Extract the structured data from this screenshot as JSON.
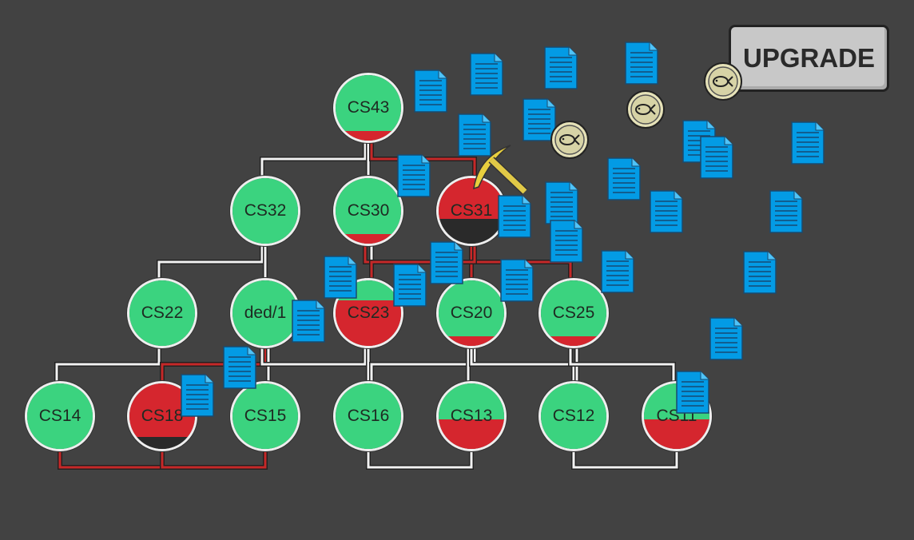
{
  "upgrade_button": {
    "label": "UPGRADE"
  },
  "colors": {
    "healthy": "#3bd37f",
    "damaged": "#d5262e",
    "destroyed": "#2a2a2a",
    "doc": "#039be5",
    "link_ok": "#f2f2f2",
    "link_bad": "#c62828"
  },
  "nodes": [
    {
      "id": "CS43",
      "label": "CS43",
      "healthy": 0.85,
      "damaged": 0.15,
      "destroyed": 0
    },
    {
      "id": "CS32",
      "label": "CS32",
      "healthy": 1,
      "damaged": 0,
      "destroyed": 0
    },
    {
      "id": "CS30",
      "label": "CS30",
      "healthy": 0.85,
      "damaged": 0.15,
      "destroyed": 0
    },
    {
      "id": "CS31",
      "label": "CS31",
      "healthy": 0,
      "damaged": 0.62,
      "destroyed": 0.38
    },
    {
      "id": "CS22",
      "label": "CS22",
      "healthy": 1,
      "damaged": 0,
      "destroyed": 0
    },
    {
      "id": "ded1",
      "label": "ded/1",
      "healthy": 1,
      "damaged": 0,
      "destroyed": 0
    },
    {
      "id": "CS23",
      "label": "CS23",
      "healthy": 0.3,
      "damaged": 0.7,
      "destroyed": 0
    },
    {
      "id": "CS20",
      "label": "CS20",
      "healthy": 0.85,
      "damaged": 0.15,
      "destroyed": 0
    },
    {
      "id": "CS25",
      "label": "CS25",
      "healthy": 0.85,
      "damaged": 0.15,
      "destroyed": 0
    },
    {
      "id": "CS14",
      "label": "CS14",
      "healthy": 1,
      "damaged": 0,
      "destroyed": 0
    },
    {
      "id": "CS18",
      "label": "CS18",
      "healthy": 0,
      "damaged": 0.82,
      "destroyed": 0.18
    },
    {
      "id": "CS15",
      "label": "CS15",
      "healthy": 1,
      "damaged": 0,
      "destroyed": 0
    },
    {
      "id": "CS16",
      "label": "CS16",
      "healthy": 1,
      "damaged": 0,
      "destroyed": 0
    },
    {
      "id": "CS13",
      "label": "CS13",
      "healthy": 0.55,
      "damaged": 0.45,
      "destroyed": 0
    },
    {
      "id": "CS12",
      "label": "CS12",
      "healthy": 1,
      "damaged": 0,
      "destroyed": 0
    },
    {
      "id": "CS11",
      "label": "CS11",
      "healthy": 0.55,
      "damaged": 0.45,
      "destroyed": 0
    }
  ],
  "links": [
    {
      "from": "CS43",
      "to": "CS32",
      "status": "ok"
    },
    {
      "from": "CS43",
      "to": "CS30",
      "status": "ok"
    },
    {
      "from": "CS43",
      "to": "CS31",
      "status": "bad"
    },
    {
      "from": "CS32",
      "to": "CS22",
      "status": "ok"
    },
    {
      "from": "CS32",
      "to": "ded1",
      "status": "ok"
    },
    {
      "from": "CS30",
      "to": "CS23",
      "status": "ok"
    },
    {
      "from": "CS30",
      "to": "CS25",
      "status": "bad"
    },
    {
      "from": "CS31",
      "to": "CS20",
      "status": "bad"
    },
    {
      "from": "CS31",
      "to": "CS23",
      "status": "bad"
    },
    {
      "from": "CS22",
      "to": "CS14",
      "status": "ok"
    },
    {
      "from": "ded1",
      "to": "CS18",
      "status": "bad"
    },
    {
      "from": "ded1",
      "to": "CS15",
      "status": "ok"
    },
    {
      "from": "ded1",
      "to": "CS23",
      "status": "ok"
    },
    {
      "from": "CS23",
      "to": "CS16",
      "status": "ok"
    },
    {
      "from": "CS20",
      "to": "CS16",
      "status": "ok"
    },
    {
      "from": "CS20",
      "to": "CS13",
      "status": "ok"
    },
    {
      "from": "CS20",
      "to": "CS12",
      "status": "ok"
    },
    {
      "from": "CS25",
      "to": "CS12",
      "status": "ok"
    },
    {
      "from": "CS25",
      "to": "CS11",
      "status": "ok"
    }
  ],
  "bottom_links": [
    {
      "from": "CS14",
      "to": "CS18",
      "status": "bad"
    },
    {
      "from": "CS18",
      "to": "CS15",
      "status": "bad"
    },
    {
      "from": "CS16",
      "to": "CS13",
      "status": "ok"
    },
    {
      "from": "CS12",
      "to": "CS11",
      "status": "ok"
    }
  ],
  "documents_count": 27,
  "coins_count": 3,
  "icons": {
    "document": "document-icon",
    "coin": "fish-coin-icon",
    "tool": "pickaxe-icon"
  }
}
